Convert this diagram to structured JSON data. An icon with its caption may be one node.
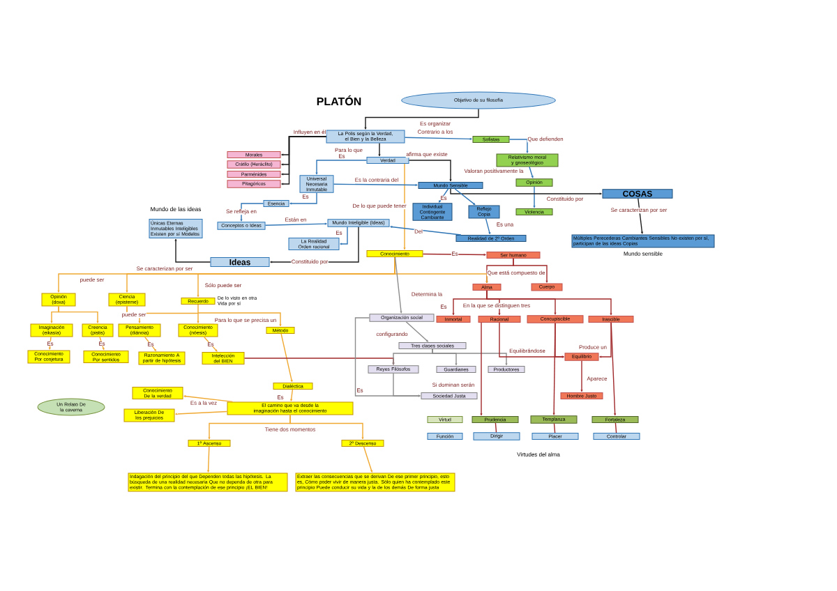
{
  "diagram": {
    "title": "PLATÓN",
    "nodes": [
      {
        "text": [
          "Objetivo de su filosofía"
        ]
      },
      {
        "text": [
          "La Polis según la Verdad, el Bien y la Belleza"
        ]
      },
      {
        "text": [
          "Sofistas"
        ]
      },
      {
        "text": [
          "Relativismo moral y gnoseológico"
        ]
      },
      {
        "text": [
          "Morales"
        ]
      },
      {
        "text": [
          "Crátilo (Heráclito)"
        ]
      },
      {
        "text": [
          "Parménides"
        ]
      },
      {
        "text": [
          "Pitagóricos"
        ]
      },
      {
        "text": [
          "Verdad"
        ]
      },
      {
        "text": [
          "Universal Necesaria Inmutable"
        ]
      },
      {
        "text": [
          "Opinión"
        ]
      },
      {
        "text": [
          "Mundo Sensible"
        ]
      },
      {
        "text": [
          "COSAS"
        ]
      },
      {
        "text": [
          "Esencia"
        ]
      },
      {
        "text": [
          "Individual Contingente Cambiante"
        ]
      },
      {
        "text": [
          "Reflejo Copia"
        ]
      },
      {
        "text": [
          "Violencia"
        ]
      },
      {
        "text": [
          "Mundo de las ideas",
          "Únicas Eternas Inmutables Inteligibles Existen por sí Modelos"
        ]
      },
      {
        "text": [
          "Conceptos o Ideas"
        ]
      },
      {
        "text": [
          "Mundo Inteligible (Ideas)"
        ]
      },
      {
        "text": [
          "La Realidad Orden racional"
        ]
      },
      {
        "text": [
          "Múltiples Perecederas Cambiantes Sensibles No existen por sí, participan de las ideas Copias"
        ],
        "beside": [
          "Mundo sensible"
        ]
      },
      {
        "text": [
          "Ideas"
        ]
      },
      {
        "text": [
          "Conocimiento"
        ]
      },
      {
        "text": [
          "Realidad de 2º Orden"
        ]
      },
      {
        "text": [
          "Ser humano"
        ]
      },
      {
        "text": [
          "Alma"
        ]
      },
      {
        "text": [
          "Cuerpo"
        ]
      },
      {
        "text": [
          "Opinión (doxa)"
        ]
      },
      {
        "text": [
          "Ciencia (episteme)"
        ]
      },
      {
        "text": [
          "Recuerdo"
        ],
        "beside": [
          "De lo visto en otra Vida por sí"
        ]
      },
      {
        "text": [
          "Imaginación (eikasía)"
        ]
      },
      {
        "text": [
          "Creencia (pistis)"
        ]
      },
      {
        "text": [
          "Pensamiento (diánoia)"
        ]
      },
      {
        "text": [
          "Conocimiento (nóesis)"
        ]
      },
      {
        "text": [
          "Método"
        ]
      },
      {
        "text": [
          "Conocimiento Por conjetura"
        ]
      },
      {
        "text": [
          "Conocimiento Por sentidos"
        ]
      },
      {
        "text": [
          "Razonamiento A partir de hipótesis"
        ]
      },
      {
        "text": [
          "Intelección del BIEN"
        ]
      },
      {
        "text": [
          "Organización social"
        ]
      },
      {
        "text": [
          "Inmortal"
        ]
      },
      {
        "text": [
          "Racional"
        ]
      },
      {
        "text": [
          "Concupiscible"
        ]
      },
      {
        "text": [
          "Irascible"
        ]
      },
      {
        "text": [
          "Tres clases sociales"
        ]
      },
      {
        "text": [
          "Equilibrio"
        ]
      },
      {
        "text": [
          "Reyes Filósofos"
        ]
      },
      {
        "text": [
          "Guardianes"
        ]
      },
      {
        "text": [
          "Productores"
        ]
      },
      {
        "text": [
          "Sociedad Justa"
        ]
      },
      {
        "text": [
          "Hombre Justo"
        ]
      },
      {
        "text": [
          "Virtud"
        ]
      },
      {
        "text": [
          "Prudencia"
        ]
      },
      {
        "text": [
          "Templanza"
        ]
      },
      {
        "text": [
          "Fortaleza"
        ]
      },
      {
        "text": [
          "Función"
        ]
      },
      {
        "text": [
          "Dirigir"
        ]
      },
      {
        "text": [
          "Placer"
        ]
      },
      {
        "text": [
          "Controlar"
        ]
      },
      {
        "text": [
          "Dialéctica"
        ]
      },
      {
        "text": [
          "El camino que va desde la imaginación hasta el conocimiento"
        ]
      },
      {
        "text": [
          "Conocimiento De la verdad"
        ]
      },
      {
        "text": [
          "Liberación De los prejuicios"
        ]
      },
      {
        "text": [
          "Un Relato De la caverna"
        ]
      },
      {
        "text": [
          "1º Ascenso"
        ]
      },
      {
        "text": [
          "2º Descenso"
        ]
      },
      {
        "text": [
          "Indagación del principio del que Dependen todas las hipótesis. La búsqueda de una realidad necesaria Que no dependa de otra para existir. Termina con la contemplación de ese principio ¡EL BIEN!"
        ]
      },
      {
        "text": [
          "Extraer las consecuencias que se derivan De ese primer principio, esto es, Cómo poder vivir de manera justa. Sólo quien ha contemplado este principio Puede conducir su vida y la de los demás De forma justa"
        ]
      }
    ],
    "edges": [
      {
        "from": 0,
        "to": 1,
        "arrow": "to",
        "label": "Es organizar",
        "color": "#1a1a1a"
      },
      {
        "from": 1,
        "to": 2,
        "arrow": "to",
        "label": "Contrario a los",
        "color": "#2e75b6"
      },
      {
        "from": 2,
        "to": 3,
        "arrow": "to",
        "label": "Que defienden",
        "color": "#2e75b6"
      },
      {
        "from": 1,
        "to": 4,
        "arrow": "to",
        "label": "Influyen en él",
        "color": "#1a1a1a"
      },
      {
        "from": 1,
        "to": 5,
        "arrow": "to",
        "color": "#1a1a1a"
      },
      {
        "from": 1,
        "to": 6,
        "arrow": "to",
        "color": "#1a1a1a"
      },
      {
        "from": 1,
        "to": 7,
        "arrow": "to",
        "color": "#1a1a1a"
      },
      {
        "from": 1,
        "to": 8,
        "arrow": "to",
        "label": "Para lo que",
        "color": "#1a1a1a"
      },
      {
        "from": 8,
        "to": 9,
        "arrow": "to",
        "label": "Es",
        "color": "#2e75b6"
      },
      {
        "from": 8,
        "to": 11,
        "arrow": "to",
        "label": "afirma que existe",
        "color": "#1a1a1a"
      },
      {
        "from": 8,
        "to": 23,
        "arrow": "to",
        "label": "De lo que puede tener"
      },
      {
        "from": 9,
        "to": 11,
        "arrow": "to",
        "label": "Es la contraria del",
        "color": "#2e75b6"
      },
      {
        "from": 3,
        "to": 10,
        "arrow": "to",
        "label": "Valoran positivamente la",
        "color": "#2e75b6"
      },
      {
        "from": 10,
        "to": 16,
        "arrow": "to",
        "color": "#2e75b6"
      },
      {
        "from": 11,
        "to": 12,
        "arrow": "to",
        "label": "Constituido por",
        "color": "#1a1a1a"
      },
      {
        "from": 12,
        "to": 21,
        "arrow": "to",
        "label": "Se caracterizan por ser",
        "color": "#1a1a1a"
      },
      {
        "from": 11,
        "to": 14,
        "arrow": "to",
        "label": "Es",
        "color": "#2e75b6"
      },
      {
        "from": 11,
        "to": 15,
        "arrow": "to",
        "color": "#2e75b6"
      },
      {
        "from": 9,
        "to": 13,
        "arrow": "to",
        "label": "Es",
        "color": "#2e75b6"
      },
      {
        "from": 13,
        "to": 18,
        "arrow": "to",
        "label": "Se refleja en",
        "color": "#2e75b6"
      },
      {
        "from": 18,
        "to": 19,
        "arrow": "to",
        "label": "Están en",
        "color": "#2e75b6"
      },
      {
        "from": 19,
        "to": 20,
        "arrow": "to",
        "label": "Es",
        "color": "#2e75b6"
      },
      {
        "from": 22,
        "to": 17,
        "arrow": "to",
        "label": "Se caracterizan por ser",
        "color": "#1a1a1a"
      },
      {
        "from": 19,
        "to": 22,
        "arrow": "to",
        "label": "Constituido por",
        "color": "#1a1a1a"
      },
      {
        "from": 15,
        "to": 24,
        "arrow": "to",
        "label": "Es una",
        "color": "#2e75b6"
      },
      {
        "from": 24,
        "to": 19,
        "arrow": "to",
        "label": "Del",
        "color": "#2e75b6"
      },
      {
        "from": 23,
        "to": 25,
        "arrow": "to",
        "label": "Es",
        "color": "#a0282a"
      },
      {
        "from": 25,
        "to": 26,
        "arrow": "to",
        "label": "Que está compuesto de",
        "color": "#a0282a"
      },
      {
        "from": 25,
        "to": 27,
        "arrow": "to",
        "color": "#a0282a"
      },
      {
        "from": 23,
        "to": 28,
        "arrow": "to",
        "label": "puede ser"
      },
      {
        "from": 23,
        "to": 29,
        "arrow": "to"
      },
      {
        "from": 23,
        "to": 30,
        "arrow": "to",
        "label": "Sólo puede ser"
      },
      {
        "from": 23,
        "to": 26,
        "arrow": "to"
      },
      {
        "from": 28,
        "to": 31,
        "arrow": "to"
      },
      {
        "from": 28,
        "to": 32,
        "arrow": "to"
      },
      {
        "from": 29,
        "to": 33,
        "arrow": "to",
        "label": "puede ser"
      },
      {
        "from": 29,
        "to": 34,
        "arrow": "to"
      },
      {
        "from": 31,
        "to": 36,
        "arrow": "to",
        "label": "Es"
      },
      {
        "from": 32,
        "to": 37,
        "arrow": "to",
        "label": "Es"
      },
      {
        "from": 33,
        "to": 38,
        "arrow": "to",
        "label": "Es"
      },
      {
        "from": 34,
        "to": 39,
        "arrow": "to",
        "label": "Es"
      },
      {
        "from": 30,
        "to": 35,
        "arrow": "to",
        "label": "Para lo que se precisa un"
      },
      {
        "from": 35,
        "to": 60,
        "arrow": "to"
      },
      {
        "from": 60,
        "to": 61,
        "arrow": "to",
        "label": "Es"
      },
      {
        "from": 61,
        "to": 62,
        "arrow": "to",
        "label": "Es a la vez"
      },
      {
        "from": 61,
        "to": 63,
        "arrow": "to"
      },
      {
        "from": 61,
        "to": 65,
        "arrow": "to",
        "label": "Tiene dos momentos"
      },
      {
        "from": 61,
        "to": 66,
        "arrow": "to"
      },
      {
        "from": 65,
        "to": 67,
        "arrow": "to"
      },
      {
        "from": 66,
        "to": 68,
        "arrow": "to"
      },
      {
        "from": 39,
        "to": 47,
        "arrow": "to",
        "color": "#a0282a"
      },
      {
        "from": 26,
        "to": 41,
        "arrow": "to",
        "label": "Es",
        "color": "#a0282a"
      },
      {
        "from": 26,
        "to": 42,
        "arrow": "to",
        "label": "En la que se distinguen tres",
        "color": "#a0282a"
      },
      {
        "from": 26,
        "to": 43,
        "arrow": "to",
        "color": "#a0282a"
      },
      {
        "from": 26,
        "to": 44,
        "arrow": "to",
        "color": "#a0282a"
      },
      {
        "from": 23,
        "to": 40,
        "arrow": "to",
        "label": "Determina la",
        "color": "#8c8c8c"
      },
      {
        "from": 40,
        "to": 45,
        "arrow": "to",
        "label": "configurando",
        "color": "#8c8c8c"
      },
      {
        "from": 45,
        "to": 47,
        "arrow": "to",
        "color": "#8c8c8c"
      },
      {
        "from": 45,
        "to": 48,
        "arrow": "to",
        "color": "#8c8c8c"
      },
      {
        "from": 45,
        "to": 49,
        "arrow": "to",
        "color": "#8c8c8c"
      },
      {
        "from": 47,
        "to": 50,
        "arrow": "to",
        "label": "Si dominan serán",
        "color": "#8c8c8c"
      },
      {
        "from": 40,
        "to": 50,
        "arrow": "to",
        "label": "Es",
        "color": "#8c8c8c"
      },
      {
        "from": 42,
        "to": 46,
        "arrow": "to",
        "label": "Equilibrándose",
        "color": "#a0282a"
      },
      {
        "from": 43,
        "to": 46,
        "arrow": "to",
        "color": "#a0282a"
      },
      {
        "from": 44,
        "to": 46,
        "arrow": "to",
        "label": "Produce un",
        "color": "#a0282a"
      },
      {
        "from": 46,
        "to": 51,
        "arrow": "to",
        "label": "Aparece",
        "color": "#a0282a"
      },
      {
        "from": 42,
        "to": 53,
        "arrow": "to",
        "color": "#a0282a"
      },
      {
        "from": 43,
        "to": 54,
        "arrow": "to",
        "color": "#a0282a"
      },
      {
        "from": 44,
        "to": 55,
        "arrow": "to",
        "color": "#a0282a"
      },
      {
        "from": 53,
        "to": 57,
        "arrow": "none",
        "color": "#a0282a"
      },
      {
        "from": 54,
        "to": 58,
        "arrow": "none",
        "color": "#a0282a"
      },
      {
        "from": 55,
        "to": 59,
        "arrow": "none",
        "color": "#a0282a"
      }
    ],
    "labels": [
      "Virtudes del alma"
    ]
  }
}
